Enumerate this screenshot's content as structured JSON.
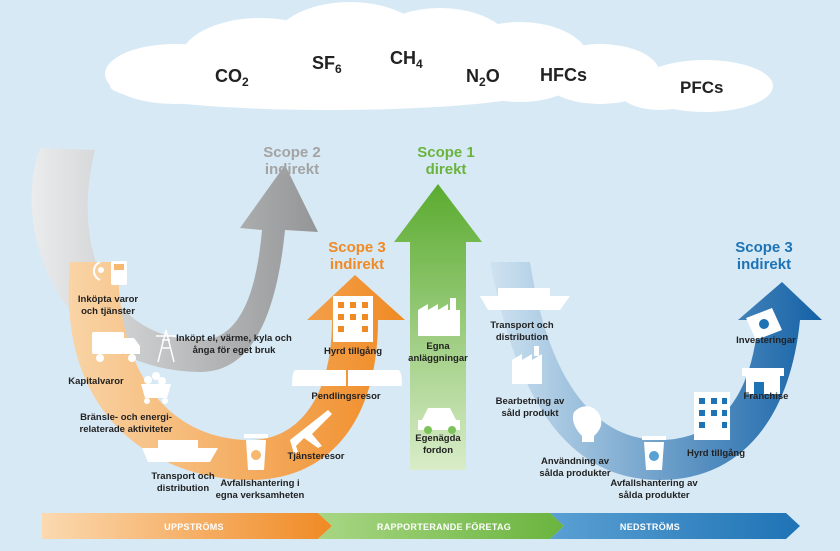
{
  "gases": [
    "CO",
    "SF",
    "CH",
    "N",
    "HFCs",
    "PFCs"
  ],
  "gas_subs": {
    "co2": "2",
    "sf6": "6",
    "ch4": "4",
    "n2o_sub": "2",
    "n2o_o": "O"
  },
  "scope2": {
    "line1": "Scope 2",
    "line2": "indirekt",
    "color": "#a3a3a3"
  },
  "scope1": {
    "line1": "Scope 1",
    "line2": "direkt",
    "color": "#6ab43e"
  },
  "scope3_up": {
    "line1": "Scope 3",
    "line2": "indirekt",
    "color": "#f08a24"
  },
  "scope3_down": {
    "line1": "Scope 3",
    "line2": "indirekt",
    "color": "#1e73b5"
  },
  "upstream": {
    "inkopta_1": "Inköpta varor",
    "inkopta_2": "och tjänster",
    "kapitalvaror": "Kapitalvaror",
    "bransle_1": "Bränsle- och energi-",
    "bransle_2": "relaterade aktiviteter",
    "transport_1": "Transport och",
    "transport_2": "distribution",
    "avfall_1": "Avfallshantering i",
    "avfall_2": "egna verksamheten",
    "tjanste": "Tjänsteresor",
    "pendling": "Pendlingsresor",
    "hyrd": "Hyrd tillgång",
    "el_1": "Inköpt el, värme, kyla och",
    "el_2": "ånga för eget bruk"
  },
  "direct": {
    "egna_1": "Egna",
    "egna_2": "anläggningar",
    "fordon_1": "Egenägda",
    "fordon_2": "fordon"
  },
  "downstream": {
    "transport_1": "Transport och",
    "transport_2": "distribution",
    "bearb_1": "Bearbetning av",
    "bearb_2": "såld produkt",
    "anv_1": "Användning av",
    "anv_2": "sålda produkter",
    "avfall_1": "Avfallshantering av",
    "avfall_2": "sålda produkter",
    "hyrd": "Hyrd tillgång",
    "franchise": "Franchise",
    "invest": "Investeringar"
  },
  "bands": {
    "up": "UPPSTRÖMS",
    "mid": "RAPPORTERANDE FÖRETAG",
    "down": "NEDSTRÖMS"
  }
}
